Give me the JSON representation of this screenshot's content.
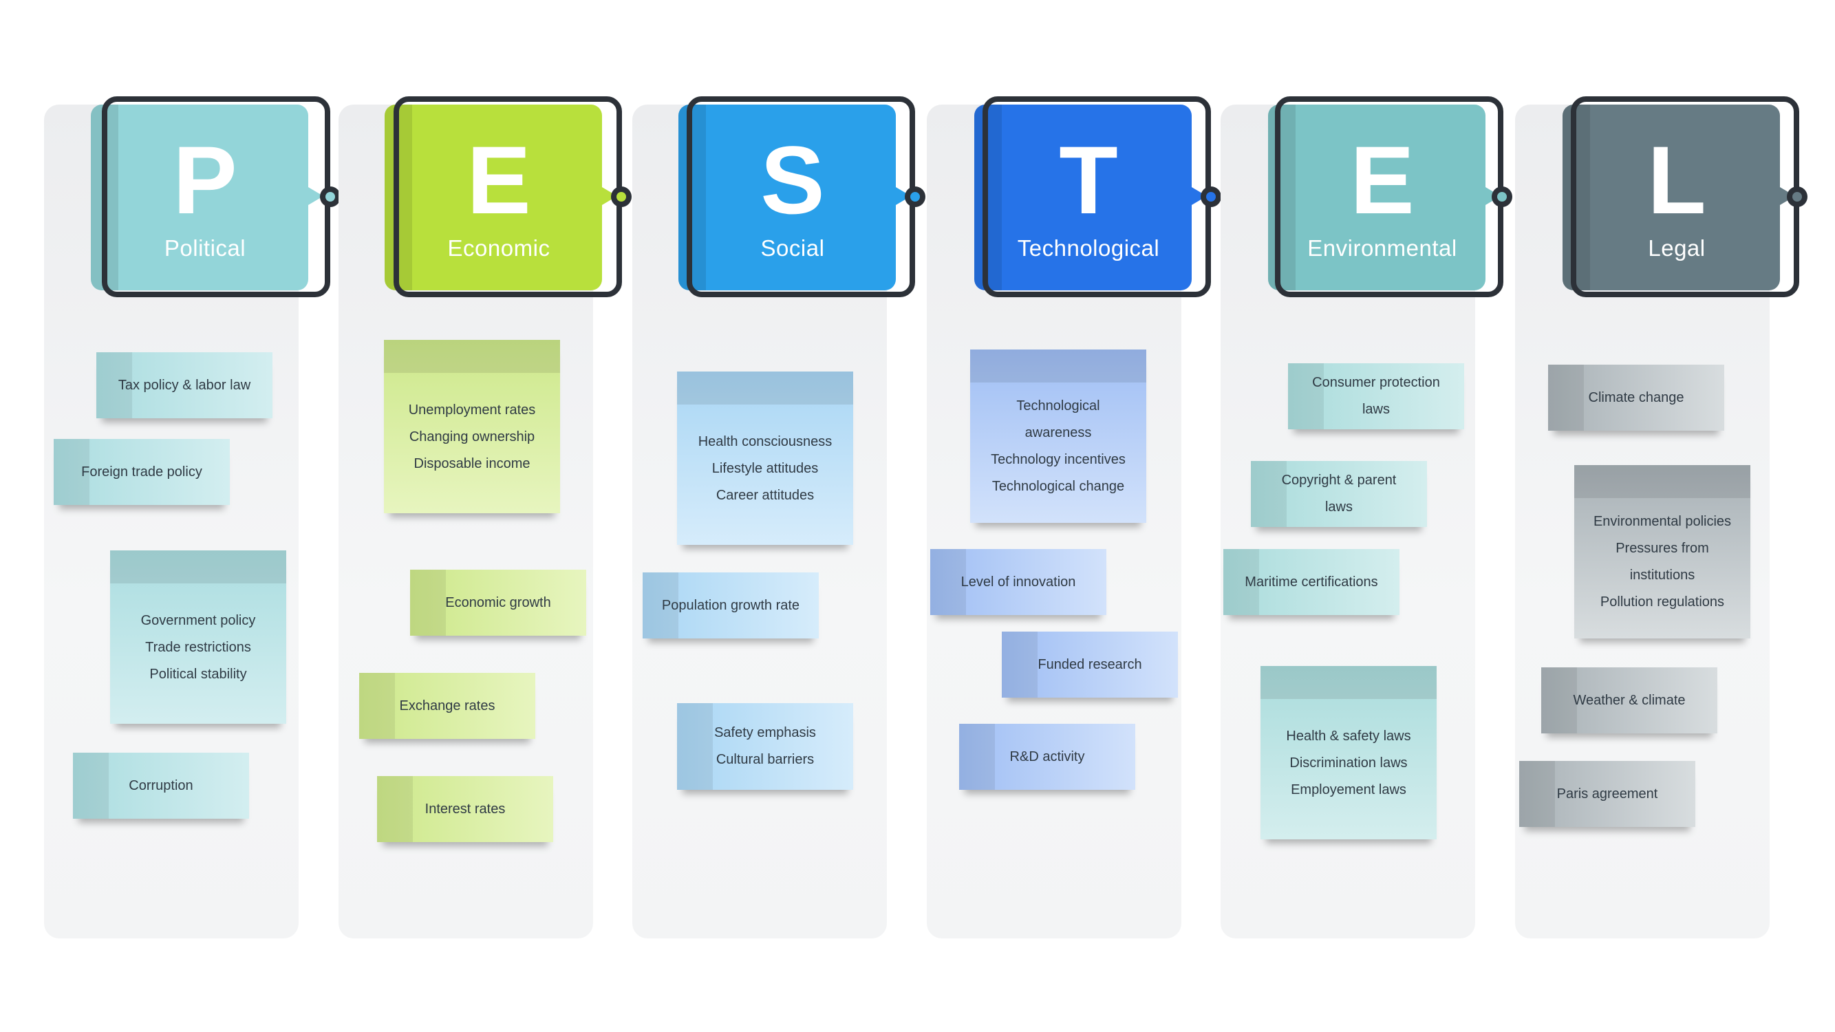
{
  "title": "",
  "columns": [
    {
      "letter": "P",
      "label": "Political",
      "color": "#93d5d9",
      "dot_color": "#93d5d9",
      "notes": [
        {
          "lines": [
            "Tax policy & labor law"
          ]
        },
        {
          "lines": [
            "Foreign trade policy"
          ]
        },
        {
          "lines": [
            "Government policy",
            "Trade restrictions",
            "Political stability"
          ]
        },
        {
          "lines": [
            "Corruption"
          ]
        }
      ]
    },
    {
      "letter": "E",
      "label": "Economic",
      "color": "#b8e03c",
      "dot_color": "#b8e03c",
      "notes": [
        {
          "lines": [
            "Unemployment rates",
            "Changing ownership",
            "Disposable income"
          ]
        },
        {
          "lines": [
            "Economic growth"
          ]
        },
        {
          "lines": [
            "Exchange rates"
          ]
        },
        {
          "lines": [
            "Interest rates"
          ]
        }
      ]
    },
    {
      "letter": "S",
      "label": "Social",
      "color": "#2aa0ea",
      "dot_color": "#2aa0ea",
      "notes": [
        {
          "lines": [
            "Health consciousness",
            "Lifestyle attitudes",
            "Career attitudes"
          ]
        },
        {
          "lines": [
            "Population growth rate"
          ]
        },
        {
          "lines": [
            "Safety emphasis",
            "Cultural barriers"
          ]
        }
      ]
    },
    {
      "letter": "T",
      "label": "Technological",
      "color": "#2673e8",
      "dot_color": "#2673e8",
      "notes": [
        {
          "lines": [
            "Technological",
            "awareness",
            "Technology incentives",
            "Technological change"
          ]
        },
        {
          "lines": [
            "Level of innovation"
          ]
        },
        {
          "lines": [
            "Funded research"
          ]
        },
        {
          "lines": [
            "R&D activity"
          ]
        }
      ]
    },
    {
      "letter": "E",
      "label": "Environmental",
      "color": "#7cc4c6",
      "dot_color": "#7cc4c6",
      "notes": [
        {
          "lines": [
            "Consumer protection",
            "laws"
          ]
        },
        {
          "lines": [
            "Copyright & parent",
            "laws"
          ]
        },
        {
          "lines": [
            "Maritime certifications"
          ]
        },
        {
          "lines": [
            "Health & safety laws",
            "Discrimination laws",
            "Employement laws"
          ]
        }
      ]
    },
    {
      "letter": "L",
      "label": "Legal",
      "color": "#667b84",
      "dot_color": "#667b84",
      "notes": [
        {
          "lines": [
            "Climate change"
          ]
        },
        {
          "lines": [
            "Environmental policies",
            "Pressures from",
            "institutions",
            "Pollution regulations"
          ]
        },
        {
          "lines": [
            "Weather & climate"
          ]
        },
        {
          "lines": [
            "Paris agreement"
          ]
        }
      ]
    }
  ],
  "note_colors": {
    "political": [
      "#abdde0",
      "#d3eef0"
    ],
    "economic": [
      "#cde88a",
      "#e7f5bf"
    ],
    "social": [
      "#a9d6f4",
      "#d6ecfb"
    ],
    "technological": [
      "#9fbef4",
      "#d2e2fb"
    ],
    "environmental": [
      "#aadcdc",
      "#d4eeee"
    ],
    "legal": [
      "#a8b1b6",
      "#d8dddf"
    ]
  }
}
